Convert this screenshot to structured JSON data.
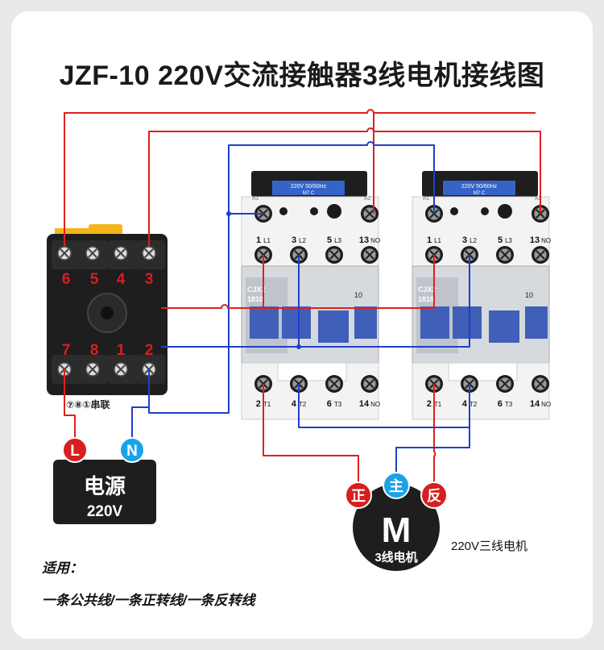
{
  "title": "JZF-10  220V交流接触器3线电机接线图",
  "relay": {
    "top_terminals": [
      "6",
      "5",
      "4",
      "3"
    ],
    "bottom_terminals": [
      "7",
      "8",
      "1",
      "2"
    ],
    "series_note": "⑦⑧①串联"
  },
  "contactor": {
    "coil_rating": "220V  50/60Hz",
    "coil_model": "M7     C",
    "coil_a1": "A1",
    "coil_a2": "A2",
    "top_labels": [
      {
        "num": "1",
        "sub": "L1"
      },
      {
        "num": "3",
        "sub": "L2"
      },
      {
        "num": "5",
        "sub": "L3"
      },
      {
        "num": "13",
        "sub": "NO"
      }
    ],
    "bottom_labels": [
      {
        "num": "2",
        "sub": "T1"
      },
      {
        "num": "4",
        "sub": "T2"
      },
      {
        "num": "6",
        "sub": "T3"
      },
      {
        "num": "14",
        "sub": "NO"
      }
    ],
    "model_code": "CJX2",
    "model_num": "1810",
    "aux_num": "10"
  },
  "power": {
    "l_label": "L",
    "n_label": "N",
    "name": "电源",
    "voltage": "220V"
  },
  "motor": {
    "fwd_label": "正",
    "common_label": "主",
    "rev_label": "反",
    "letter": "M",
    "caption": "3线电机",
    "side_label": "220V三线电机"
  },
  "applies": {
    "heading": "适用：",
    "text": "一条公共线/一条正转线/一条反转线"
  },
  "colors": {
    "red_wire": "#e02020",
    "blue_wire": "#1f3fc8",
    "terminal_red": "#d81e1e",
    "node_blue": "#1aa3e8",
    "relay_body": "#1e1e1e",
    "knob_yellow": "#f2b51a"
  }
}
